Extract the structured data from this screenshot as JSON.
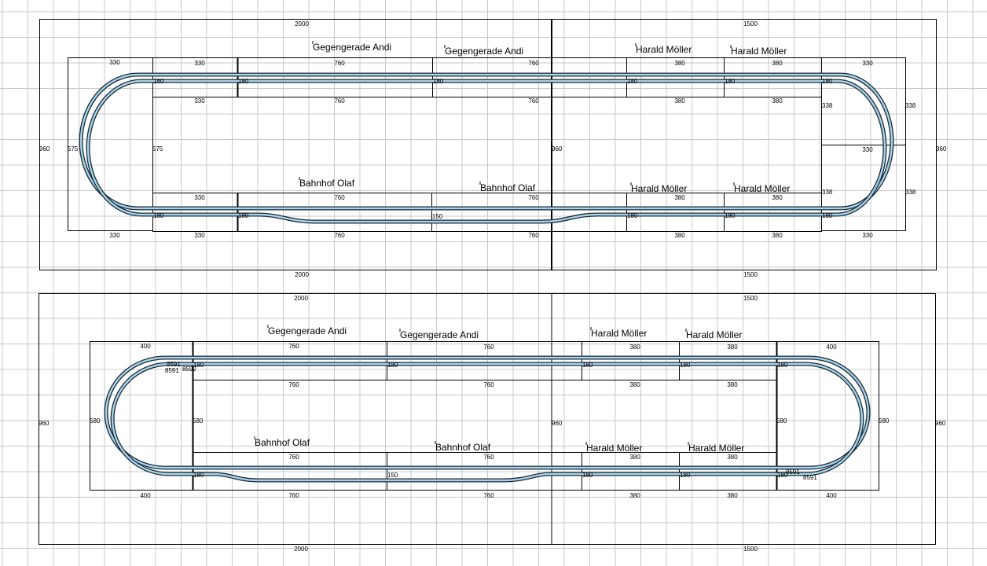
{
  "plan_top": {
    "module_totals": [
      "2000",
      "1500",
      "2000",
      "1500"
    ],
    "depths": [
      "960",
      "960",
      "960"
    ],
    "dimensions": [
      "330",
      "330",
      "760",
      "760",
      "380",
      "380",
      "330",
      "330",
      "760",
      "760",
      "380",
      "380",
      "575",
      "575",
      "338",
      "338",
      "330",
      "338",
      "338",
      "330",
      "760",
      "760",
      "380",
      "380",
      "330",
      "330",
      "760",
      "760",
      "380",
      "380",
      "330"
    ],
    "track_marks": [
      "180",
      "180",
      "180",
      "180",
      "180",
      "180",
      "180",
      "180",
      "150",
      "180",
      "180",
      "180"
    ],
    "section_names": [
      "Gegengerade Andi",
      "Gegengerade Andi",
      "Harald Möller",
      "Harald Möller",
      "Bahnhof Olaf",
      "Bahnhof Olaf",
      "Harald Möller",
      "Harald Möller"
    ]
  },
  "plan_bottom": {
    "module_totals": [
      "2000",
      "1500",
      "2000",
      "1500"
    ],
    "depths": [
      "960",
      "960",
      "960"
    ],
    "dimensions": [
      "400",
      "760",
      "760",
      "380",
      "380",
      "400",
      "760",
      "760",
      "380",
      "380",
      "580",
      "580",
      "580",
      "580",
      "760",
      "760",
      "380",
      "380",
      "400",
      "760",
      "760",
      "380",
      "380",
      "400"
    ],
    "track_marks": [
      "180",
      "180",
      "180",
      "180",
      "180",
      "180",
      "150",
      "180",
      "180",
      "180"
    ],
    "part_numbers": [
      "8591",
      "8591",
      "8592",
      "8591",
      "8591"
    ],
    "section_names": [
      "Gegengerade Andi",
      "Gegengerade Andi",
      "Harald Möller",
      "Harald Möller",
      "Bahnhof Olaf",
      "Bahnhof Olaf",
      "Harald Möller",
      "Harald Möller"
    ]
  },
  "colors": {
    "grid": "#c8c8c8",
    "track_rail": "#1a2a3a",
    "track_bed": "#a9d3e6"
  }
}
